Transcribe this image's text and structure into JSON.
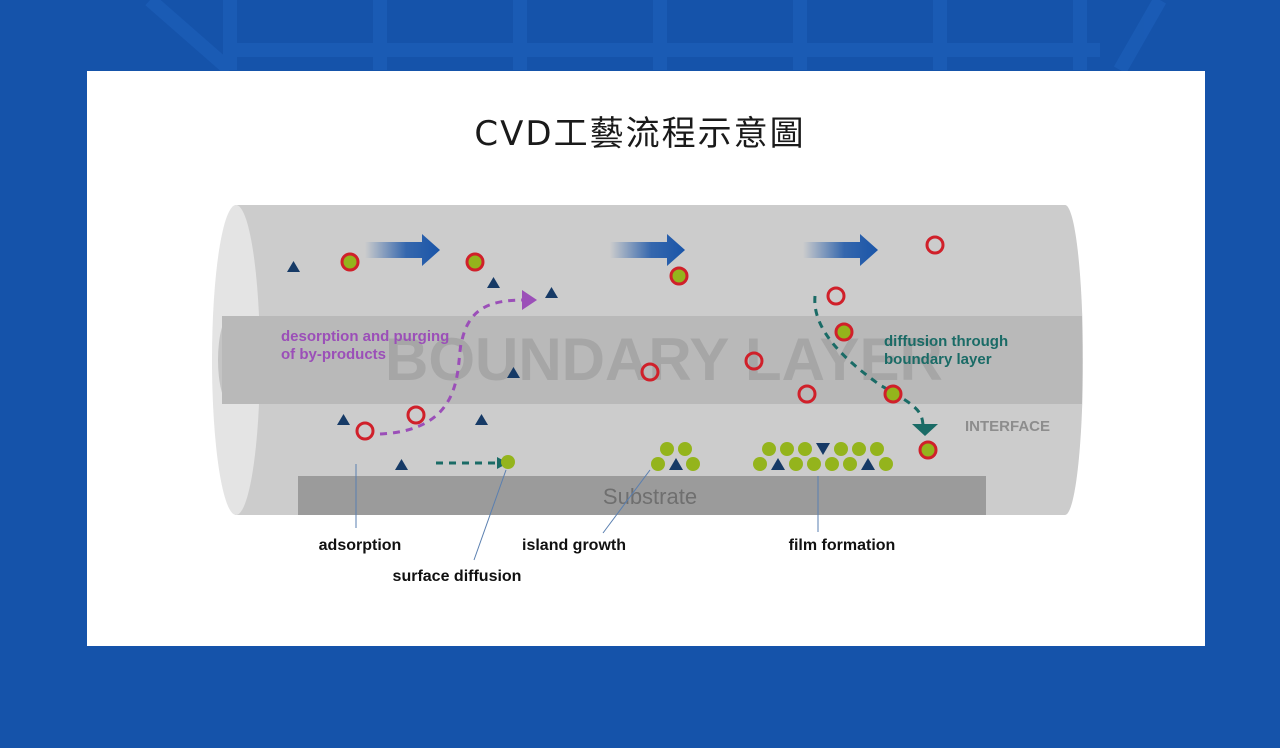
{
  "title": "CVD工藝流程示意圖",
  "colors": {
    "background": "#1553aa",
    "tube": "#cccccc",
    "boundary_band": "#b9b9b9",
    "substrate": "#9b9b9b",
    "precursor_ring": "#d0202a",
    "film_particle": "#94b41c",
    "by_product": "#163a66",
    "desorption_arrow": "#9b4fb8",
    "diffusion_arrow": "#1a6b66",
    "flow_arrow": "#1a55a8"
  },
  "diagram": {
    "boundary_layer": "BOUNDARY LAYER",
    "substrate": "Substrate",
    "interface": "INTERFACE",
    "desorption_line1": "desorption and purging",
    "desorption_line2": "of by-products",
    "diffusion_line1": "diffusion through",
    "diffusion_line2": "boundary layer"
  },
  "steps": {
    "adsorption": "adsorption",
    "surface_diffusion": "surface diffusion",
    "island_growth": "island growth",
    "film_formation": "film formation"
  }
}
